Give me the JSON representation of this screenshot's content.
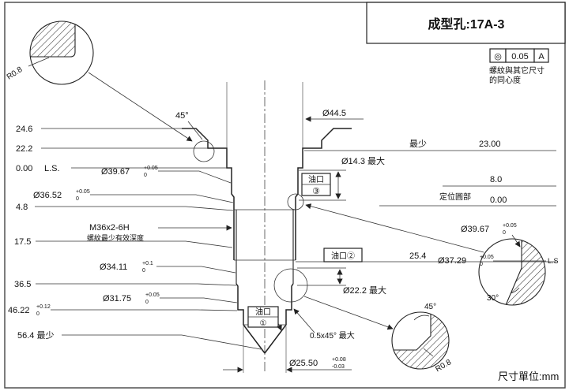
{
  "title": "成型孔:17A-3",
  "unit": "尺寸單位:mm",
  "fcf": {
    "symbol": "◎",
    "value": "0.05",
    "datum": "A",
    "note1": "螺紋與其它尺寸",
    "note2": "的同心度"
  },
  "dims": {
    "d44_5": "Ø44.5",
    "min_label": "最少",
    "d23_00": "23.00",
    "r24_6": "24.6",
    "r22_2": "22.2",
    "r0_00": "0.00",
    "ls": "L.S.",
    "d39_67": "Ø39.67",
    "d39_67_sup": "+0.05",
    "d39_67_sub": "0",
    "d36_52": "Ø36.52",
    "d36_52_sup": "+0.05",
    "d36_52_sub": "0",
    "r4_8": "4.8",
    "thread": "M36x2-6H",
    "thread_note": "螺紋最少有效深度",
    "r17_5": "17.5",
    "d34_11": "Ø34.11",
    "d34_11_sup": "+0.1",
    "d34_11_sub": "0",
    "r36_5": "36.5",
    "d31_75": "Ø31.75",
    "d31_75_sup": "+0.05",
    "d31_75_sub": "0",
    "r46_22": "46.22",
    "r46_22_sup": "+0.12",
    "r46_22_sub": "0",
    "r56_4": "56.4 最少",
    "d25_50": "Ø25.50",
    "d25_50_sup": "+0.08",
    "d25_50_sub": "-0.03",
    "d14_3": "Ø14.3 最大",
    "r8_0": "8.0",
    "locating": "定位圓部",
    "r0_00b": "0.00",
    "r25_4": "25.4",
    "d22_2max": "Ø22.2 最大",
    "chamfer_note": "0.5x45° 最大",
    "angle45_top": "45°",
    "angle45_br": "45°",
    "angle30": "30°",
    "r0_8_tl": "R0.8",
    "r0_8_br": "R0.8",
    "det_d39_67": "Ø39.67",
    "det_d39_67_sup": "+0.05",
    "det_d39_67_sub": "0",
    "det_d37_29": "Ø37.29",
    "det_d37_29_sup": "+0.05",
    "det_d37_29_sub": "0",
    "det_ls": "L.S"
  },
  "oil": {
    "label": "油口",
    "p1": "①",
    "p2": "油口②",
    "p3": "③"
  }
}
